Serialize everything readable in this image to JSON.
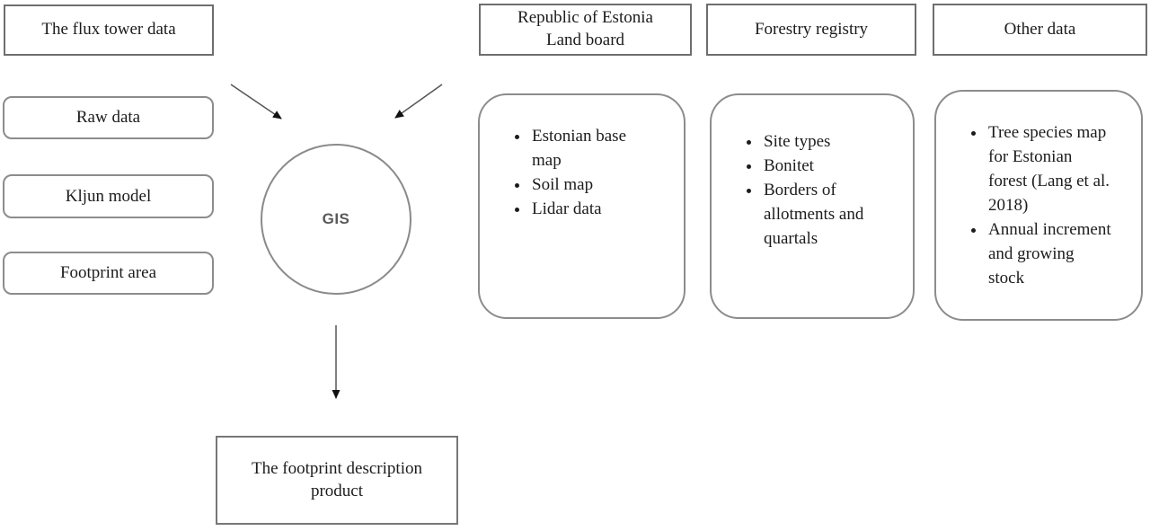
{
  "left_column": {
    "flux_tower": "The flux tower data",
    "items": [
      "Raw data",
      "Kljun model",
      "Footprint area"
    ]
  },
  "gis": {
    "label": "GIS"
  },
  "sources": [
    {
      "header": "Republic of Estonia Land board",
      "bullets": [
        "Estonian base map",
        "Soil map",
        "Lidar data"
      ]
    },
    {
      "header": "Forestry registry",
      "bullets": [
        "Site types",
        "Bonitet",
        "Borders of allotments and quartals"
      ]
    },
    {
      "header": "Other data",
      "bullets": [
        "Tree species map for Estonian forest (Lang et al. 2018)",
        "Annual increment and growing stock"
      ]
    }
  ],
  "output": {
    "label": "The footprint description product"
  },
  "colors": {
    "rect_border": "#6e6e6e",
    "rounded_border": "#8c8c8c",
    "text": "#1c1c1c",
    "gis_text": "#595959",
    "arrow_line": "#555555",
    "arrowhead": "#111111",
    "background": "#ffffff"
  }
}
